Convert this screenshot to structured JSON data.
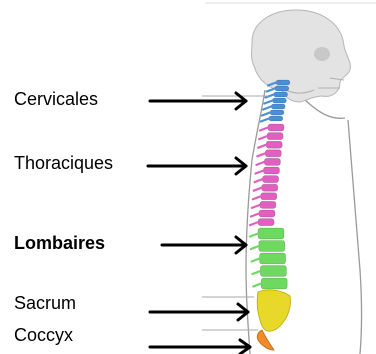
{
  "labels": {
    "cervicales": "Cervicales",
    "thoraciques": "Thoraciques",
    "lombaires": "Lombaires",
    "sacrum": "Sacrum",
    "coccyx": "Coccyx"
  },
  "colors": {
    "cervical": "#4a8fd8",
    "thoracic": "#e05fc0",
    "lumbar": "#6fd860",
    "sacrum": "#e8d82a",
    "coccyx": "#f08a2a",
    "arrow": "#000000",
    "outline": "#9a9a9a",
    "skull": "#e3e3e3"
  }
}
